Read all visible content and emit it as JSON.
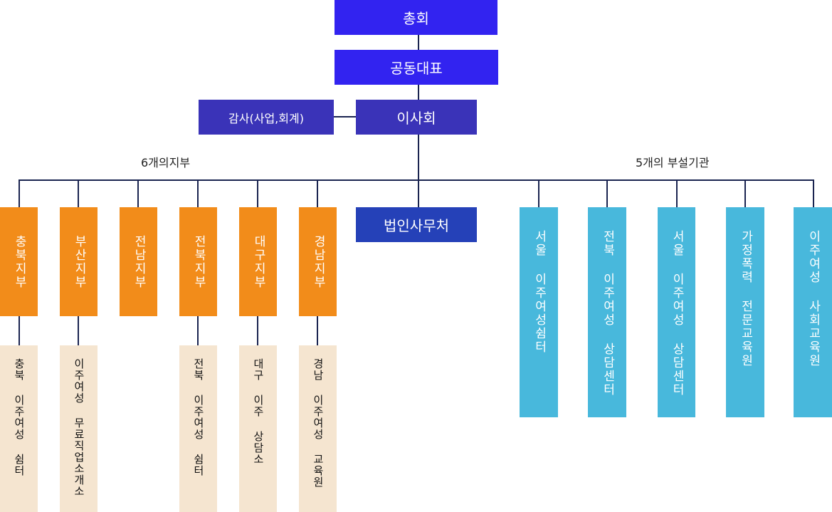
{
  "top": {
    "general_assembly": "총회",
    "co_representative": "공동대표",
    "board": "이사회",
    "audit": "감사(사업,회계)",
    "office": "법인사무처"
  },
  "groups": {
    "branches_label": "6개의지부",
    "institutions_label": "5개의 부설기관"
  },
  "branches": [
    {
      "name": "충북지부",
      "sub": "충북 이주여성 쉼터"
    },
    {
      "name": "부산지부",
      "sub": "이주여성 무료직업소개소"
    },
    {
      "name": "전남지부",
      "sub": ""
    },
    {
      "name": "전북지부",
      "sub": "전북 이주여성 쉼터"
    },
    {
      "name": "대구지부",
      "sub": "대구 이주 상담소"
    },
    {
      "name": "경남지부",
      "sub": "경남 이주여성 교육원"
    }
  ],
  "institutions": [
    {
      "name": "서울 이주여성쉼터"
    },
    {
      "name": "전북 이주여성 상담센터"
    },
    {
      "name": "서울 이주여성 상담센터"
    },
    {
      "name": "가정폭력 전문교육원"
    },
    {
      "name": "이주여성 사회교육원"
    }
  ]
}
